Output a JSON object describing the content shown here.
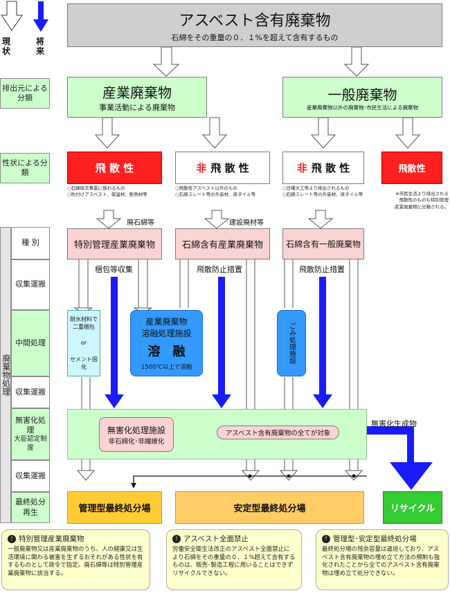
{
  "legend": {
    "current": "現状",
    "future": "将来"
  },
  "top": {
    "title": "アスベスト含有廃棄物",
    "subtitle": "石綿をその重量の０．１%を超えて含有するもの"
  },
  "left_labels": {
    "source": "排出元による分類",
    "nature": "性状による分類",
    "type": "種 別",
    "collect1": "収集運搬",
    "mid": "中間処理",
    "collect2": "収集運搬",
    "harmless": "無害化処理",
    "approval": "大臣認定制度",
    "collect3": "収集運搬",
    "final": "最終処分再生",
    "side": "廃棄物処理"
  },
  "industrial": {
    "title": "産業廃棄物",
    "subtitle": "事業活動による廃棄物"
  },
  "general": {
    "title": "一般廃棄物",
    "subtitle": "産業廃棄物以外の廃棄物･市民生活による廃棄物"
  },
  "nature": {
    "ind_scatter": "飛 散 性",
    "ind_nonscatter_prefix": "非",
    "ind_nonscatter": "飛 散 性",
    "gen_nonscatter_prefix": "非",
    "gen_nonscatter": "飛 散 性",
    "gen_scatter": "飛散性"
  },
  "notes": {
    "n1": "○石綿除去事業に係わるもの\n○吹付けアスベスト、保温材、断熱材等",
    "n2": "○飛散性アスベスト以外のもの\n○石綿スレート等の外装材、床タイル等",
    "n3": "○日曜大工等より排出されるもの\n○石綿スレート等の外装材、床タイル等",
    "n4": "※市民生活より排出される\n飛散性のものも特別管理\n産業廃棄物に分類される。"
  },
  "captions": {
    "waste_asbestos": "廃石綿等",
    "building": "建設廃材等",
    "pack": "梱包等収集",
    "scatter_prevent1": "飛散防止措置",
    "scatter_prevent2": "飛散防止措置",
    "harmless_product": "無害化生成物"
  },
  "types": {
    "special": "特別管理産業廃棄物",
    "asb_ind": "石綿含有産業廃棄物",
    "asb_gen": "石綿含有一般廃棄物"
  },
  "mid": {
    "fire": "耐水材料で二重梱包",
    "or": "or",
    "cement": "セメント固化",
    "melt_l1": "産業廃棄物",
    "melt_l2": "溶融処理施設",
    "melt_big": "溶　融",
    "melt_temp": "1500℃以上で溶融",
    "garbage": "ごみ処理施設"
  },
  "harmless": {
    "facility_title": "無害化処理施設",
    "facility_sub": "非石綿化･非繊維化",
    "target": "アスベスト含有廃棄物の全てが対象"
  },
  "final": {
    "managed": "管理型最終処分場",
    "stable": "安定型最終処分場",
    "recycle": "リサイクル"
  },
  "info": [
    {
      "title": "特別管理産業廃棄物",
      "body": "一般廃棄物又は産業廃棄物のうち、人の健康又は生活環境に関わる被害を生ずるおそれがある性状を有するものとして政令で指定。廃石綿等は特別管理産業廃棄物に該当する。"
    },
    {
      "title": "アスベスト全面禁止",
      "body": "労働安全衛生法改正のアスベスト全面禁止により石綿をその重量の０．１%超えて含有するものは、販売･製造工程に用いることはできずリサイクルできない。"
    },
    {
      "title": "管理型･安定型最終処分場",
      "body": "最終処分場の残余容量は逼迫しており、アスベスト含有廃棄物の埋め立て方法の規制も強化されたことから全てのアスベスト含有廃棄物は埋め立て処分できない。"
    }
  ],
  "colors": {
    "blue_arrow": "#1a1aff",
    "red": "#ff1f1f",
    "green": "#ccffcc",
    "yellow": "#ffcc33"
  }
}
